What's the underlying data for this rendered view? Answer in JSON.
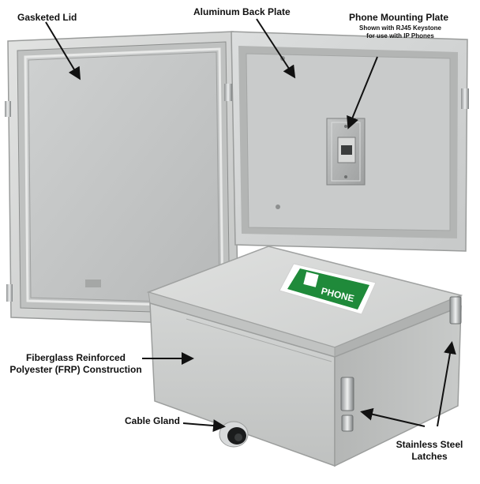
{
  "callouts": {
    "gasketed_lid": "Gasketed Lid",
    "aluminum_back_plate": "Aluminum Back Plate",
    "phone_mounting_plate": "Phone Mounting Plate",
    "phone_plate_note_line1": "Shown with RJ45 Keystone",
    "phone_plate_note_line2": "for use with IP Phones",
    "frp_line1": "Fiberglass Reinforced",
    "frp_line2": "Polyester (FRP) Construction",
    "cable_gland": "Cable Gland",
    "latches_line1": "Stainless Steel",
    "latches_line2": "Latches"
  },
  "sign_text": "PHONE",
  "colors": {
    "enclosure_gray": "#d4d6d5",
    "enclosure_shadow": "#a9abaa",
    "sign_green": "#1f8a3a",
    "label_text": "#111111"
  }
}
